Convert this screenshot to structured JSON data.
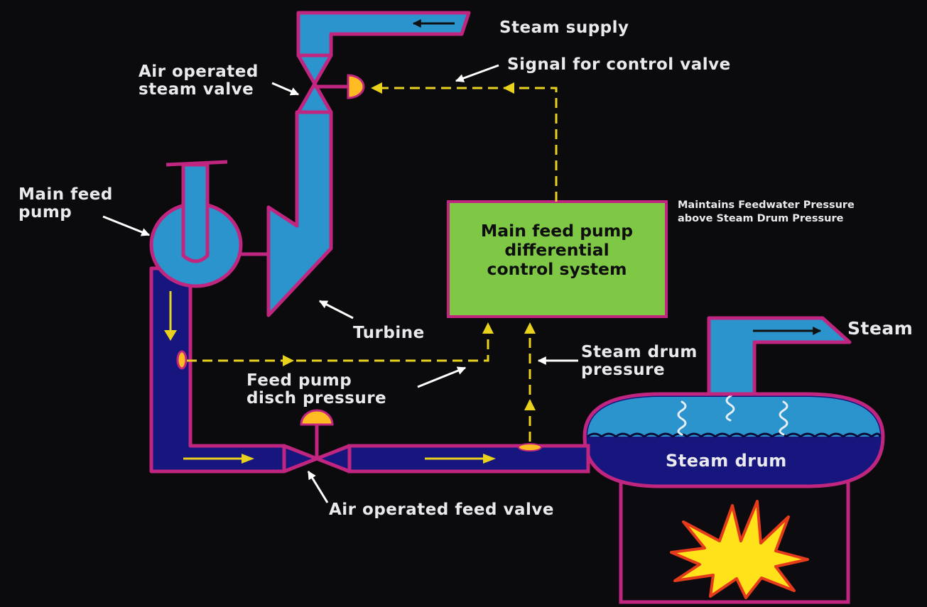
{
  "labels": {
    "steam_supply": "Steam supply",
    "signal": "Signal for control valve",
    "steam_valve": "Air operated\nsteam valve",
    "main_feed_pump": "Main feed\npump",
    "turbine": "Turbine",
    "feed_pump_disch": "Feed pump\ndisch pressure",
    "steam_drum_pressure": "Steam drum\npressure",
    "feed_valve": "Air operated feed valve",
    "steam": "Steam",
    "steam_drum": "Steam drum",
    "note": "Maintains Feedwater Pressure\nabove Steam Drum Pressure"
  },
  "control_box": {
    "text": "Main feed pump\ndifferential\ncontrol system"
  },
  "colors": {
    "pipe": "#2b94cc",
    "outline": "#c0267f",
    "box": "#7ec845",
    "signal": "#e8d21e",
    "water_dark": "#16167e",
    "flame": "#ffe21a",
    "flame_edge": "#e63b1a"
  }
}
